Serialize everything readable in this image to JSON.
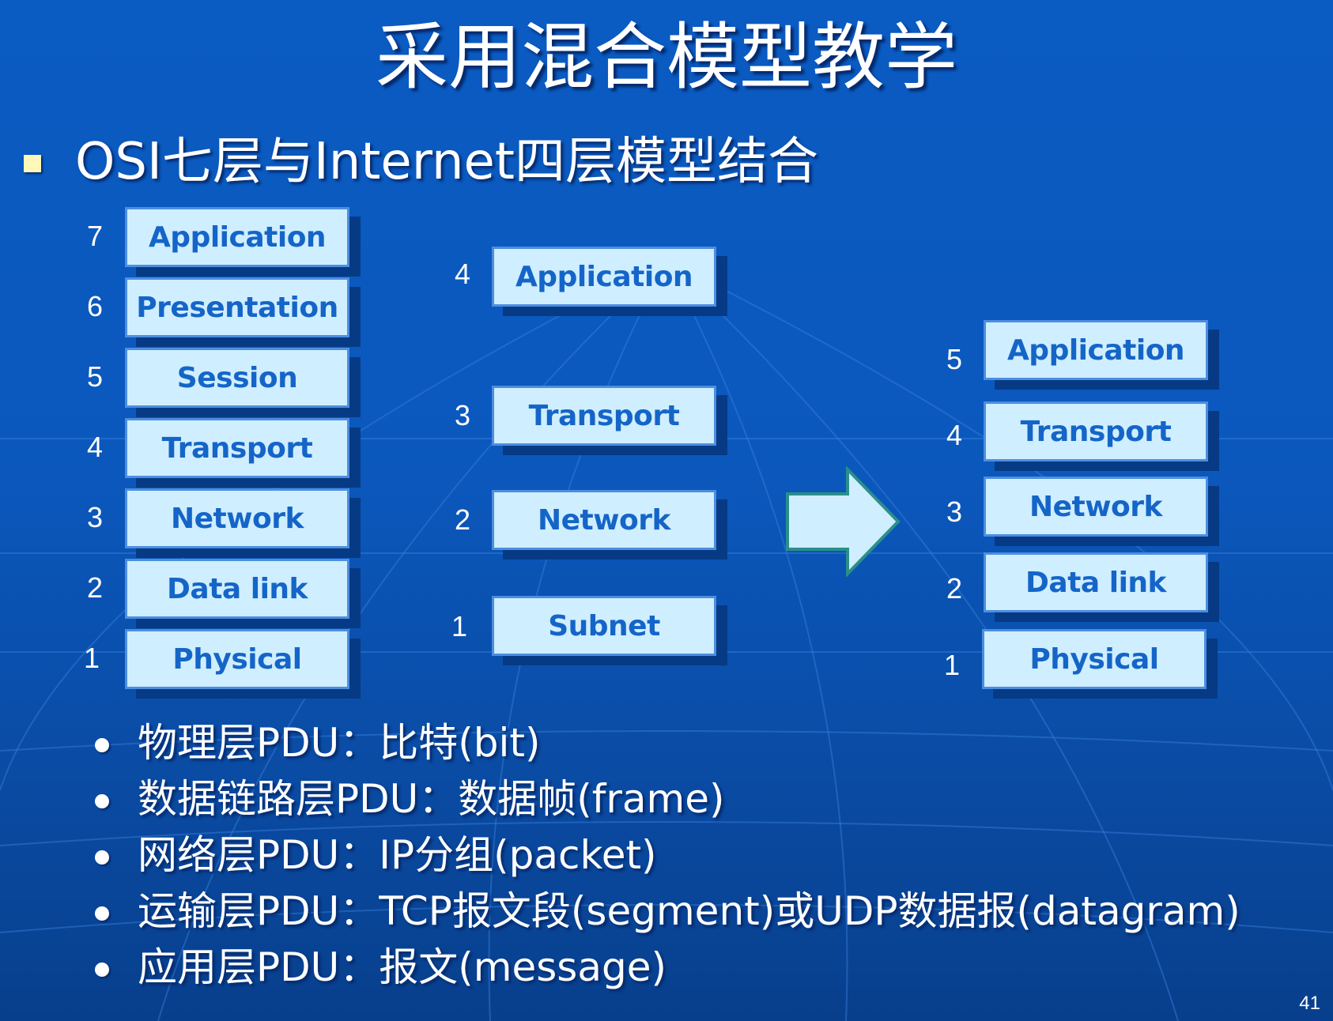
{
  "title": "采用混合模型教学",
  "heading": "OSI七层与Internet四层模型结合",
  "osi_model": {
    "layers": [
      {
        "num": "7",
        "label": "Application"
      },
      {
        "num": "6",
        "label": "Presentation"
      },
      {
        "num": "5",
        "label": "Session"
      },
      {
        "num": "4",
        "label": "Transport"
      },
      {
        "num": "3",
        "label": "Network"
      },
      {
        "num": "2",
        "label": "Data link"
      },
      {
        "num": "1",
        "label": "Physical"
      }
    ]
  },
  "internet_model": {
    "layers": [
      {
        "num": "4",
        "label": "Application"
      },
      {
        "num": "3",
        "label": "Transport"
      },
      {
        "num": "2",
        "label": "Network"
      },
      {
        "num": "1",
        "label": "Subnet"
      }
    ]
  },
  "hybrid_model": {
    "layers": [
      {
        "num": "5",
        "label": "Application"
      },
      {
        "num": "4",
        "label": "Transport"
      },
      {
        "num": "3",
        "label": "Network"
      },
      {
        "num": "2",
        "label": "Data link"
      },
      {
        "num": "1",
        "label": "Physical"
      }
    ]
  },
  "arrow_icon": "right-arrow-icon",
  "pdu_list": [
    "物理层PDU：比特(bit)",
    "数据链路层PDU：数据帧(frame)",
    "网络层PDU：IP分组(packet)",
    "运输层PDU：TCP报文段(segment)或UDP数据报(datagram)",
    "应用层PDU：报文(message)"
  ],
  "slide_number": "41",
  "colors": {
    "background": "#0a5bc2",
    "box_fill": "#cfeeff",
    "box_text": "#1565c8",
    "box_shadow": "#073a84",
    "bullet_square": "#fff8b8"
  }
}
